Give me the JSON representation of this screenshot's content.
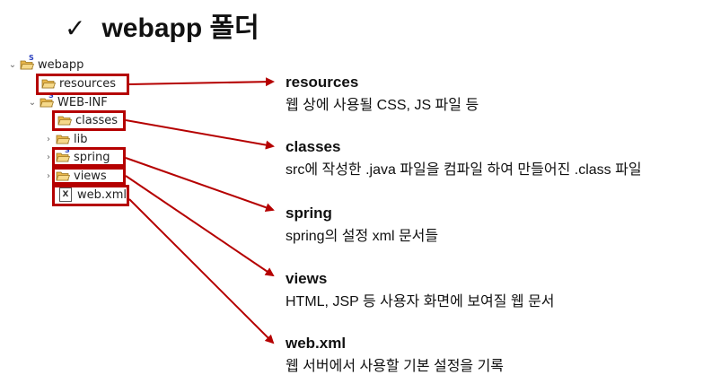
{
  "title": {
    "check": "✓",
    "text": "webapp 폴더"
  },
  "tree": {
    "root": "webapp",
    "resources": "resources",
    "webinf": "WEB-INF",
    "classes": "classes",
    "lib": "lib",
    "spring": "spring",
    "views": "views",
    "webxml": "web.xml",
    "badge": "S"
  },
  "descriptions": [
    {
      "heading": "resources",
      "text": "웹 상에 사용될 CSS, JS 파일 등"
    },
    {
      "heading": "classes",
      "text": "src에 작성한 .java 파일을 컴파일 하여 만들어진 .class 파일"
    },
    {
      "heading": "spring",
      "text": "spring의 설정 xml 문서들"
    },
    {
      "heading": "views",
      "text": "HTML, JSP 등 사용자 화면에 보여질 웹 문서"
    },
    {
      "heading": "web.xml",
      "text": "웹 서버에서 사용할 기본 설정을 기록"
    }
  ],
  "colors": {
    "highlight": "#b50000",
    "folder": "#e8b64a"
  }
}
